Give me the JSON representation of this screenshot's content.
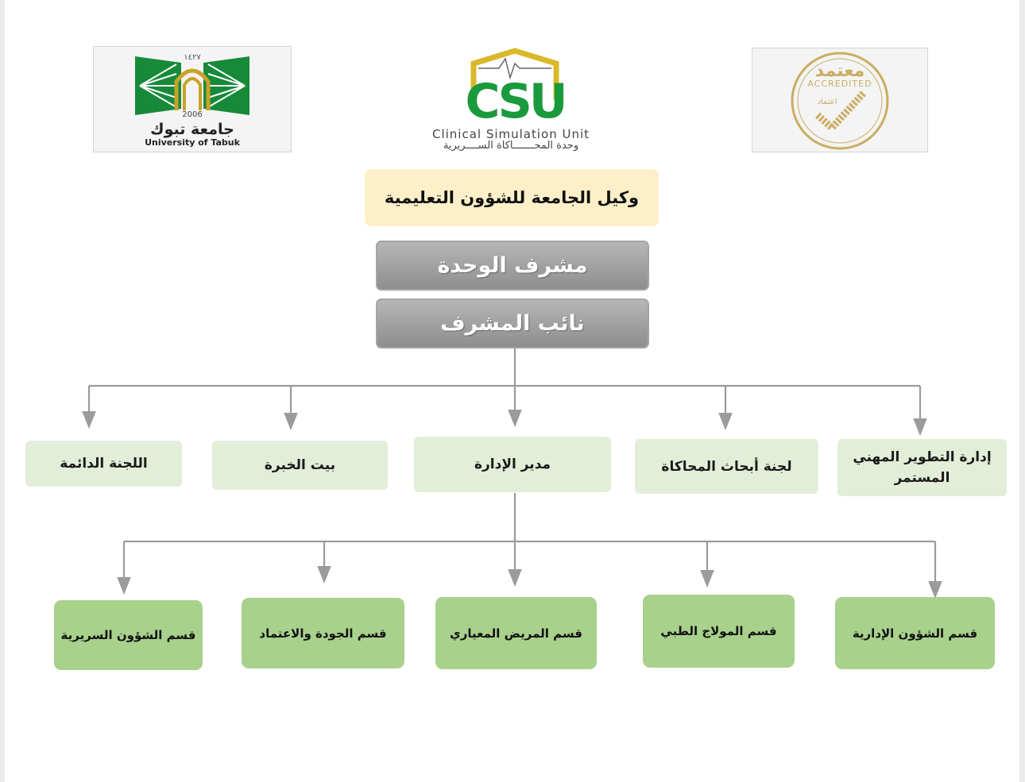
{
  "logos": {
    "tabuk": {
      "year_hijri": "١٤٢٧",
      "year": "2006",
      "name_ar": "جامعة تبوك",
      "name_en": "University of Tabuk",
      "colors": {
        "green": "#178a3a",
        "gold": "#c9a227"
      }
    },
    "csu": {
      "letters": "CSU",
      "name_en": "Clinical Simulation Unit",
      "name_ar": "وحدة المحـــــــاكاة الســــريرية",
      "colors": {
        "green": "#1a9a3c",
        "gold": "#d9b82a"
      }
    },
    "accredited": {
      "word_ar": "معتمد",
      "word_en": "ACCREDITED",
      "seal_ar": "اعتماد",
      "colors": {
        "gold": "#c9ad62"
      }
    }
  },
  "org": {
    "vice_rector": "وكيل الجامعة للشؤون التعليمية",
    "supervisor": "مشرف الوحدة",
    "deputy": "نائب المشرف",
    "level2": [
      "إدارة التطوير المهني المستمر",
      "لجنة أبحاث المحاكاة",
      "مدير الإدارة",
      "بيت الخبرة",
      "اللجنة الدائمة"
    ],
    "level3": [
      "قسم الشؤون الإدارية",
      "قسم المولاج الطبي",
      "قسم المريض المعياري",
      "قسم الجودة والاعتماد",
      "قسم الشؤون السريرية"
    ]
  },
  "colors": {
    "vice_box": "#fdf0c9",
    "grey_box": "#9e9e9e",
    "committee_box": "#e3eed8",
    "dept_box": "#a8d18c",
    "connector": "#9b9b9b"
  }
}
